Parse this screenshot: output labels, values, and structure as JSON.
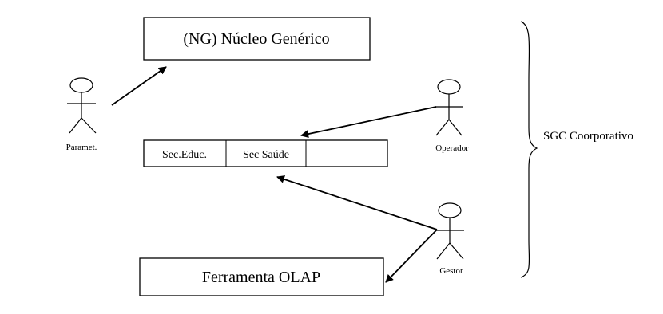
{
  "boxes": {
    "nucleo": "(NG) Núcleo Genérico",
    "olap": "Ferramenta OLAP"
  },
  "secretarias": [
    "Sec.Educ.",
    "Sec Saúde",
    "....."
  ],
  "actors": {
    "paramet": "Paramet.",
    "operador": "Operador",
    "gestor": "Gestor"
  },
  "group_label": "SGC Coorporativo"
}
